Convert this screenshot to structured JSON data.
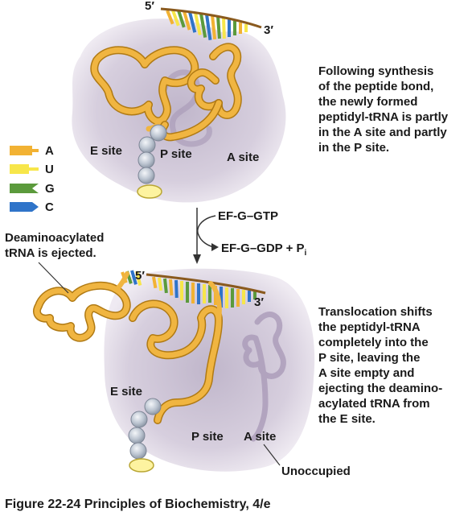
{
  "top_panel": {
    "mrna_5_end": "5′",
    "mrna_3_end": "3′",
    "site_e": "E site",
    "site_p": "P site",
    "site_a": "A site"
  },
  "legend": {
    "items": [
      {
        "base": "A",
        "color": "#f2b233"
      },
      {
        "base": "U",
        "color": "#f7e64a"
      },
      {
        "base": "G",
        "color": "#5b9a3c"
      },
      {
        "base": "C",
        "color": "#2f74c9"
      }
    ]
  },
  "reaction": {
    "input": "EF-G–GTP",
    "output": "EF-G–GDP + P",
    "output_subscript": "i"
  },
  "captions": {
    "top": [
      "Following synthesis",
      "of the peptide bond,",
      "the newly formed",
      "peptidyl-tRNA is partly",
      "in the A site and partly",
      "in the P site."
    ],
    "bottom": [
      "Translocation shifts",
      "the peptidyl-tRNA",
      "completely into the",
      "P site, leaving the",
      "A site empty and",
      "ejecting the deamino-",
      "acylated tRNA from",
      "the E site."
    ],
    "ejected": [
      "Deaminoacylated",
      "tRNA is ejected."
    ]
  },
  "bottom_panel": {
    "mrna_5_end": "5′",
    "mrna_3_end": "3′",
    "site_e": "E site",
    "site_p": "P site",
    "site_a": "A site",
    "unoccupied": "Unoccupied"
  },
  "figure_credit": "Figure 22-24  Principles of Biochemistry, 4/e",
  "colors": {
    "ribosome": "#c9bfd2",
    "trna": "#f0b541",
    "trna_outline": "#b07a14",
    "ghost_trna": "#a797b5",
    "bead": "#c3ccd8",
    "amino_acid_end": "#fdf3a0"
  }
}
